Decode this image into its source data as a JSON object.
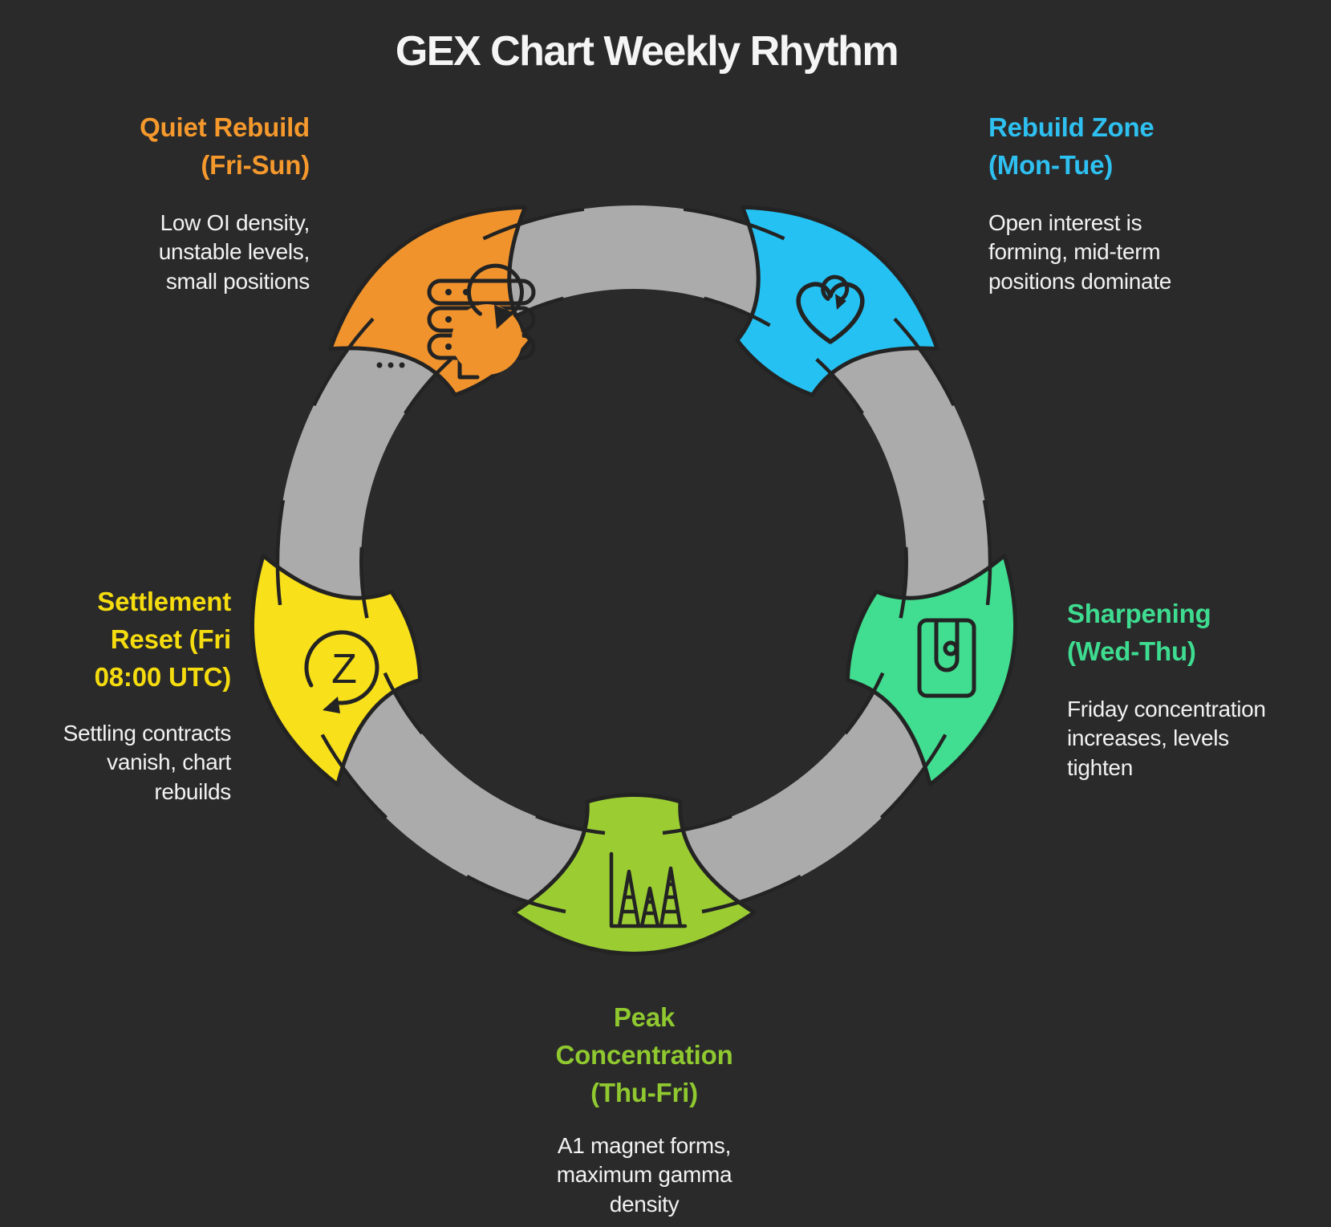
{
  "title": "GEX Chart Weekly Rhythm",
  "colors": {
    "background": "#2A2A2A",
    "ring": "#ABABAB",
    "outline": "#232323",
    "title": "#F5F5F5",
    "body_text": "#F2F2F2"
  },
  "segments": [
    {
      "id": "quiet-rebuild",
      "label": "Quiet Rebuild\n(Fri-Sun)",
      "description": "Low OI density,\nunstable levels,\nsmall positions",
      "color": "#F0932C",
      "label_color": "#F5992D",
      "icon": "database-refresh-icon"
    },
    {
      "id": "rebuild-zone",
      "label": "Rebuild Zone\n(Mon-Tue)",
      "description": "Open interest is\nforming, mid-term\npositions dominate",
      "color": "#25C1F2",
      "label_color": "#2EC0F0",
      "icon": "heart-refresh-icon"
    },
    {
      "id": "sharpening",
      "label": "Sharpening\n(Wed-Thu)",
      "description": "Friday concentration\nincreases, levels\ntighten",
      "color": "#41DD90",
      "label_color": "#3EDC90",
      "icon": "pencil-sharpener-icon"
    },
    {
      "id": "peak-concentration",
      "label": "Peak\nConcentration\n(Thu-Fri)",
      "description": "A1 magnet forms,\nmaximum gamma\ndensity",
      "color": "#9BCD33",
      "label_color": "#8FC82F",
      "icon": "gamma-peaks-icon"
    },
    {
      "id": "settlement-reset",
      "label": "Settlement\nReset (Fri\n08:00 UTC)",
      "description": "Settling contracts\nvanish, chart\nrebuilds",
      "color": "#F8E01A",
      "label_color": "#F5DC0F",
      "icon": "reset-z-icon",
      "icon_letter": "Z"
    }
  ]
}
